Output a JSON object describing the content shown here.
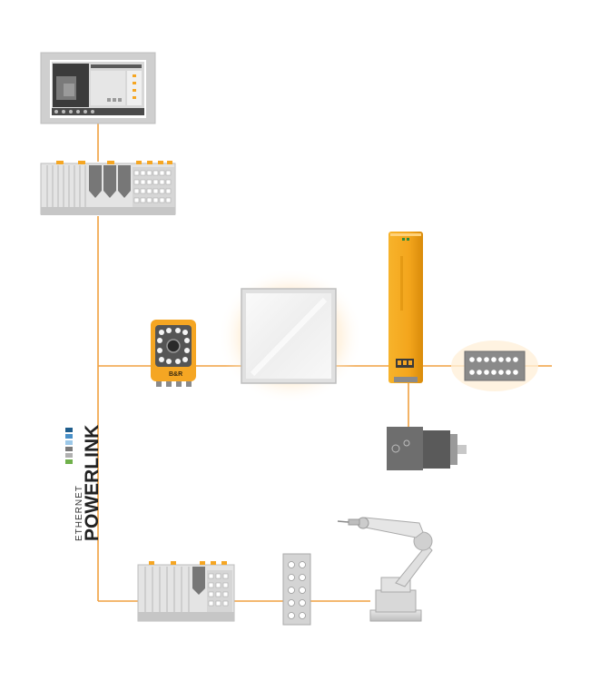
{
  "logo": {
    "line1": "ETHERNET",
    "line2": "POWERLINK"
  },
  "colors": {
    "network_line": "#f0a040",
    "accent_orange": "#f5a623",
    "device_grey": "#d9d9d9",
    "dark_grey": "#6e6e6e"
  },
  "devices": [
    {
      "name": "hmi-panel",
      "icon": "panel-pc-icon"
    },
    {
      "name": "controller-rack",
      "icon": "plc-rack-icon"
    },
    {
      "name": "smart-camera",
      "icon": "vision-camera-icon"
    },
    {
      "name": "vision-light",
      "icon": "backlight-panel-icon"
    },
    {
      "name": "servo-drive",
      "icon": "servo-drive-icon"
    },
    {
      "name": "led-light-bar",
      "icon": "led-bar-icon"
    },
    {
      "name": "servo-motor",
      "icon": "servo-motor-icon"
    },
    {
      "name": "io-station",
      "icon": "io-module-icon"
    },
    {
      "name": "compact-io-block",
      "icon": "io-block-icon"
    },
    {
      "name": "robot-arm",
      "icon": "industrial-robot-icon"
    }
  ]
}
